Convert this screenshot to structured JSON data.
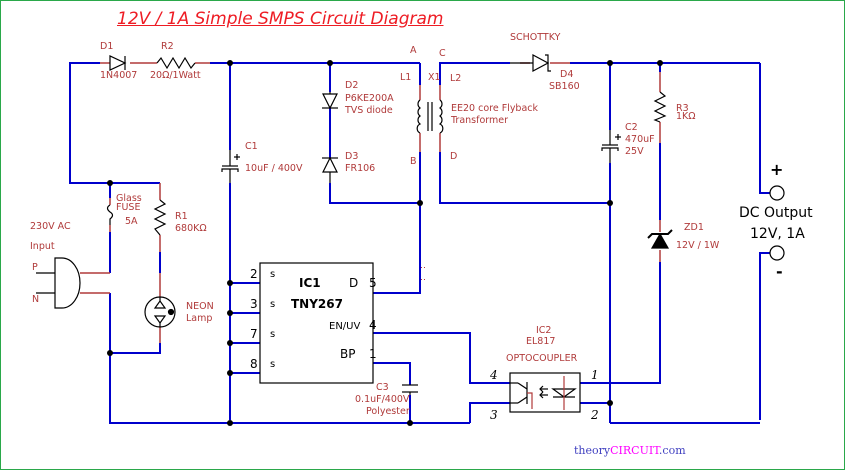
{
  "title": "12V / 1A Simple SMPS Circuit Diagram",
  "colors": {
    "wire": "#0000cc",
    "lead": "#b03a3a",
    "label": "#b03a3a",
    "title": "#ee1c24",
    "frame": "#2aa84a",
    "watermark_a": "#4040c0",
    "watermark_b": "#ff00ff"
  },
  "components": {
    "d1": {
      "ref": "D1",
      "value": "1N4007"
    },
    "r2": {
      "ref": "R2",
      "value": "20Ω/1Watt"
    },
    "d2": {
      "ref": "D2",
      "value": "P6KE200A",
      "note": "TVS diode"
    },
    "d3": {
      "ref": "D3",
      "value": "FR106"
    },
    "c1": {
      "ref": "C1",
      "value": "10uF / 400V"
    },
    "transformer": {
      "ref": "X1",
      "primary": "L1",
      "secondary": "L2",
      "desc_line1": "EE20 core Flyback",
      "desc_line2": "Transformer",
      "node_a": "A",
      "node_b": "B",
      "node_c": "C",
      "node_d": "D"
    },
    "d4": {
      "ref": "D4",
      "value": "SB160",
      "type": "SCHOTTKY"
    },
    "c2": {
      "ref": "C2",
      "value": "470uF",
      "voltage": "25V"
    },
    "r3": {
      "ref": "R3",
      "value": "1KΩ"
    },
    "zd1": {
      "ref": "ZD1",
      "value": "12V / 1W"
    },
    "fuse": {
      "line1": "Glass",
      "line2": "FUSE",
      "rating": "5A"
    },
    "r1": {
      "ref": "R1",
      "value": "680KΩ"
    },
    "neon": {
      "line1": "NEON",
      "line2": "Lamp"
    },
    "input": {
      "line1": "230V AC",
      "line2": "Input",
      "p": "P",
      "n": "N"
    },
    "ic1": {
      "ref": "IC1",
      "part": "TNY267",
      "pins": {
        "s": "s",
        "d": "D",
        "en": "EN/UV",
        "bp": "BP"
      },
      "pin_numbers": {
        "p2": "2",
        "p3": "3",
        "p7": "7",
        "p8": "8",
        "p5": "5",
        "p4": "4",
        "p1": "1"
      }
    },
    "c3": {
      "ref": "C3",
      "value": "0.1uF/400V",
      "type": "Polyester"
    },
    "ic2": {
      "ref": "IC2",
      "part": "EL817",
      "type": "OPTOCOUPLER",
      "pin_numbers": {
        "p1": "1",
        "p2": "2",
        "p3": "3",
        "p4": "4"
      }
    }
  },
  "output": {
    "plus": "+",
    "minus": "-",
    "line1": "DC Output",
    "line2": "12V, 1A"
  },
  "watermark": {
    "part1": "theory",
    "part2": "CIRCUIT",
    "part3": ".com"
  }
}
